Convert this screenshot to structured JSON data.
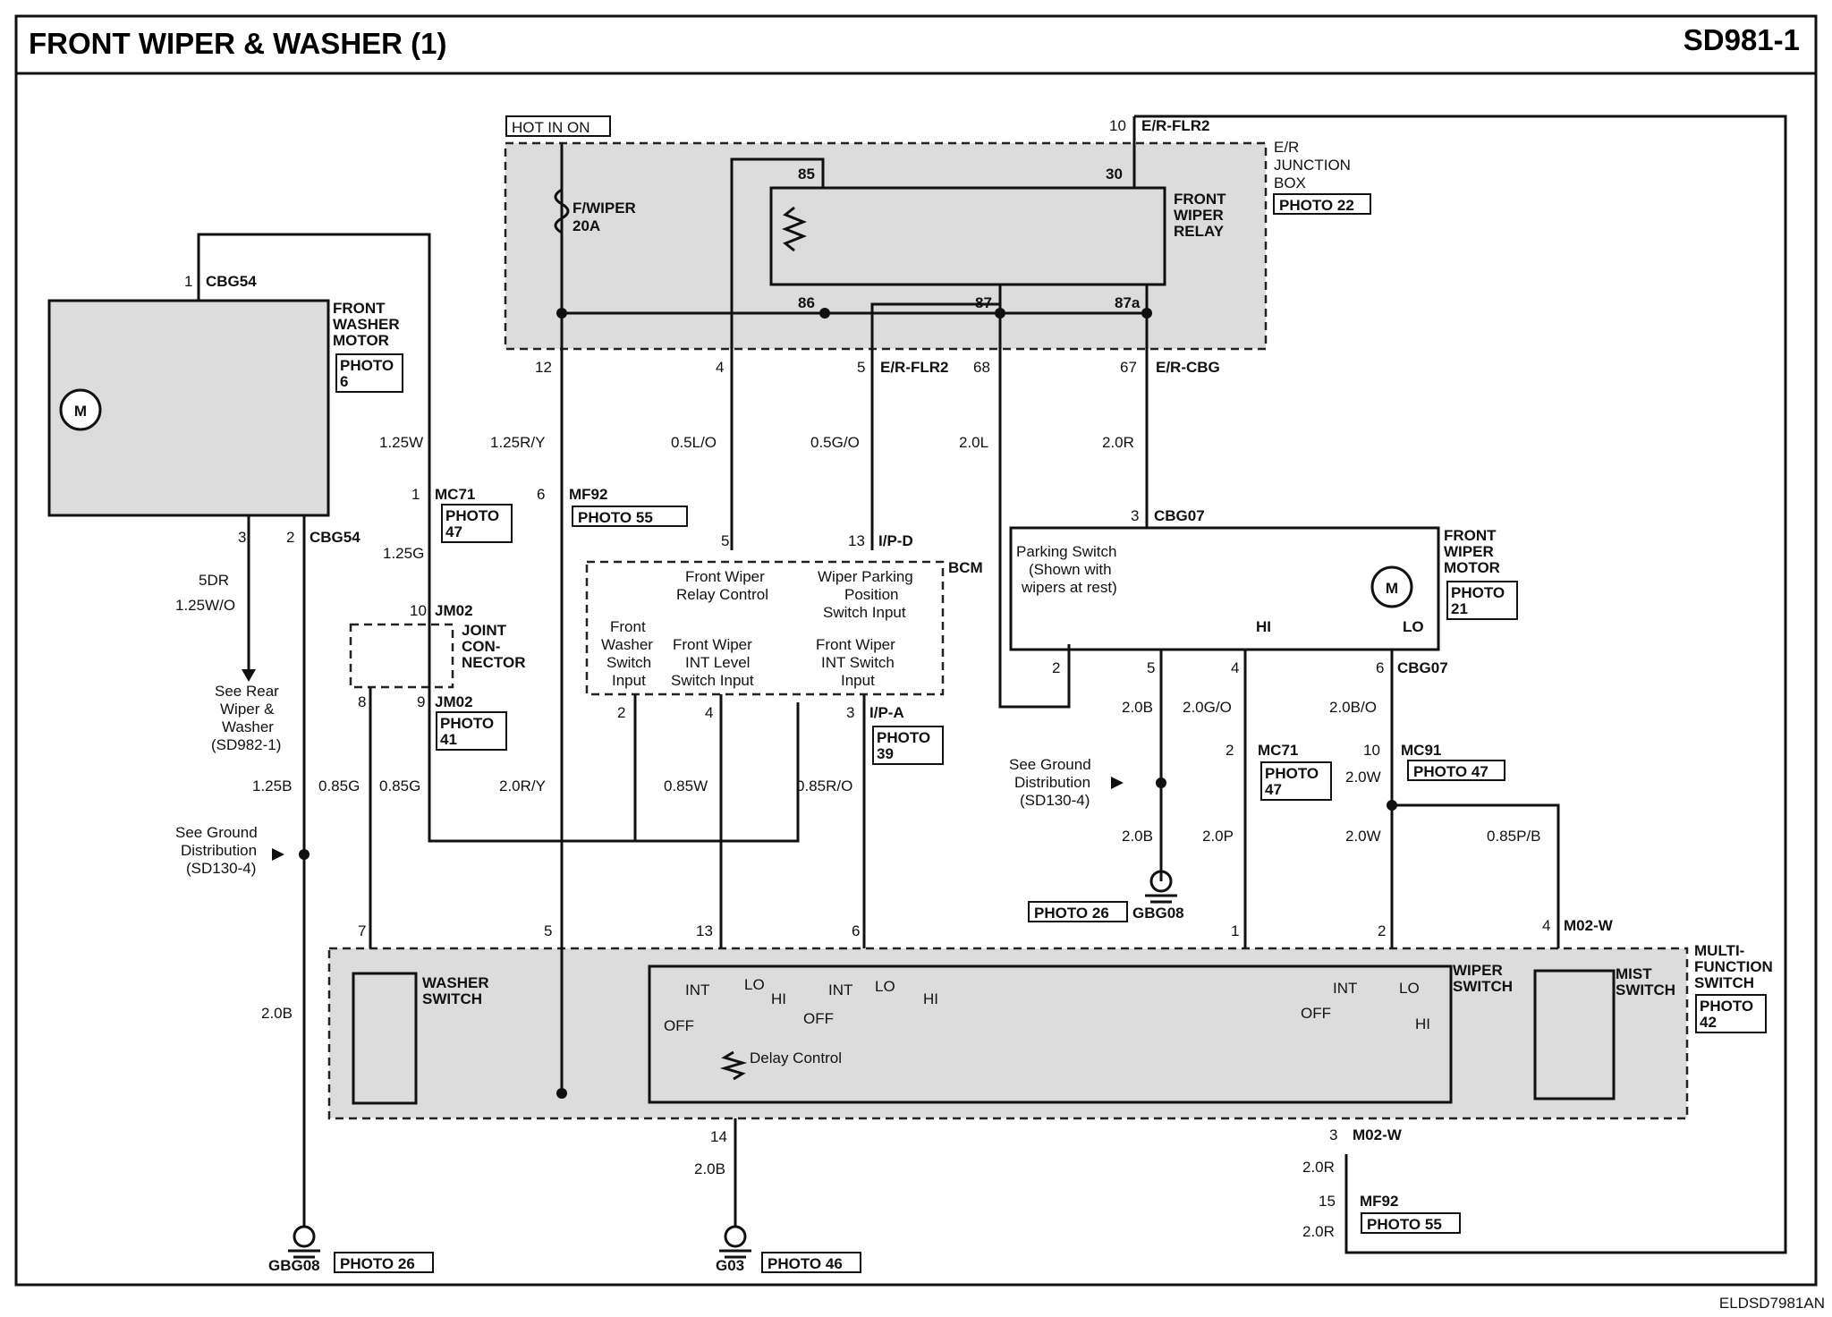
{
  "header": {
    "title": "FRONT WIPER & WASHER (1)",
    "code": "SD981-1",
    "footer_code": "ELDSD7981AN"
  },
  "components": {
    "hot_in_on": "HOT IN ON",
    "fuse_name": "F/WIPER",
    "fuse_rating": "20A",
    "junction_box": [
      "E/R",
      "JUNCTION",
      "BOX"
    ],
    "jb_photo": "PHOTO 22",
    "relay": [
      "FRONT",
      "WIPER",
      "RELAY"
    ],
    "washer_motor": [
      "FRONT",
      "WASHER",
      "MOTOR"
    ],
    "washer_motor_photo": [
      "PHOTO",
      "6"
    ],
    "wiper_motor": [
      "FRONT",
      "WIPER",
      "MOTOR"
    ],
    "wiper_motor_photo": [
      "PHOTO",
      "21"
    ],
    "motor_symbol": "M",
    "parking_switch": [
      "Parking Switch",
      "(Shown with",
      "wipers at rest)"
    ],
    "bcm": "BCM",
    "bcm_relay_ctrl": [
      "Front Wiper",
      "Relay Control"
    ],
    "bcm_park_input": [
      "Wiper Parking",
      "Position",
      "Switch Input"
    ],
    "bcm_washer_input": [
      "Front",
      "Washer",
      "Switch",
      "Input"
    ],
    "bcm_int_level": [
      "Front Wiper",
      "INT Level",
      "Switch Input"
    ],
    "bcm_int_switch": [
      "Front Wiper",
      "INT Switch",
      "Input"
    ],
    "joint_connector": [
      "JOINT",
      "CON-",
      "NECTOR"
    ],
    "washer_switch": [
      "WASHER",
      "SWITCH"
    ],
    "wiper_switch": [
      "WIPER",
      "SWITCH"
    ],
    "mist_switch": [
      "MIST",
      "SWITCH"
    ],
    "multi_function": [
      "MULTI-",
      "FUNCTION",
      "SWITCH"
    ],
    "multi_photo": [
      "PHOTO",
      "42"
    ],
    "delay_control": "Delay Control",
    "see_rear": [
      "See Rear",
      "Wiper &",
      "Washer",
      "(SD982-1)"
    ],
    "see_ground": [
      "See Ground",
      "Distribution",
      "(SD130-4)"
    ],
    "five_dr": "5DR",
    "sw_int": "INT",
    "sw_lo": "LO",
    "sw_hi": "HI",
    "sw_off": "OFF"
  },
  "connectors": {
    "cbg54": "CBG54",
    "mc71": "MC71",
    "mf92": "MF92",
    "jm02": "JM02",
    "er_flr2": "E/R-FLR2",
    "er_cbg": "E/R-CBG",
    "cbg07": "CBG07",
    "ip_d": "I/P-D",
    "ip_a": "I/P-A",
    "mc91": "MC91",
    "m02w": "M02-W",
    "gbg08": "GBG08",
    "g03": "G03"
  },
  "photos": {
    "p47": [
      "PHOTO",
      "47"
    ],
    "p55": "PHOTO 55",
    "p41": [
      "PHOTO",
      "41"
    ],
    "p39": [
      "PHOTO",
      "39"
    ],
    "p26": "PHOTO 26",
    "p46": "PHOTO 46",
    "p47b": "PHOTO 47"
  },
  "pins": {
    "p1": "1",
    "p2": "2",
    "p3": "3",
    "p4": "4",
    "p5": "5",
    "p6": "6",
    "p7": "7",
    "p8": "8",
    "p9": "9",
    "p10": "10",
    "p12": "12",
    "p13": "13",
    "p14": "14",
    "p15": "15",
    "p30": "30",
    "p67": "67",
    "p68": "68",
    "p85": "85",
    "p86": "86",
    "p87": "87",
    "p87a": "87a"
  },
  "wires": {
    "w125w": "1.25W",
    "w125ry": "1.25R/Y",
    "w05lo": "0.5L/O",
    "w05go": "0.5G/O",
    "w20l": "2.0L",
    "w20r": "2.0R",
    "w125g": "1.25G",
    "w125wo": "1.25W/O",
    "w125b": "1.25B",
    "w085g": "0.85G",
    "w20ry": "2.0R/Y",
    "w085w": "0.85W",
    "w085ro": "0.85R/O",
    "w20b": "2.0B",
    "w20go": "2.0G/O",
    "w20bo": "2.0B/O",
    "w20w": "2.0W",
    "w20p": "2.0P",
    "w085pb": "0.85P/B"
  }
}
